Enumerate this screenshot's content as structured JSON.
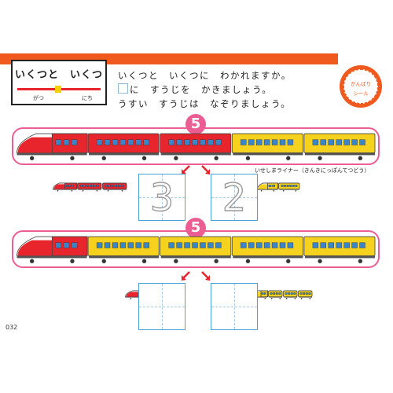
{
  "title": {
    "text": "いくつと　いくつ",
    "month_label": "がつ",
    "day_label": "にち"
  },
  "instructions": {
    "line1": "いくつと　いくつに　わかれますか。",
    "line2": "に　すうじを　かきましょう。",
    "line3": "うすい　すうじは　なぞりましょう。"
  },
  "sticker": {
    "line1": "がんばり",
    "line2": "シール"
  },
  "problems": [
    {
      "total": "5",
      "left_answer": "3",
      "right_answer": "2",
      "caption": "いせしまライナー（きんきにっぽんてつどう）"
    },
    {
      "total": "5",
      "left_answer": "",
      "right_answer": ""
    }
  ],
  "page_number": "032",
  "colors": {
    "orange": "#f05a1e",
    "pink": "#ec5e93",
    "red_car": "#e8242c",
    "yellow_car": "#f6d21e",
    "box_blue": "#4aa3d8"
  }
}
